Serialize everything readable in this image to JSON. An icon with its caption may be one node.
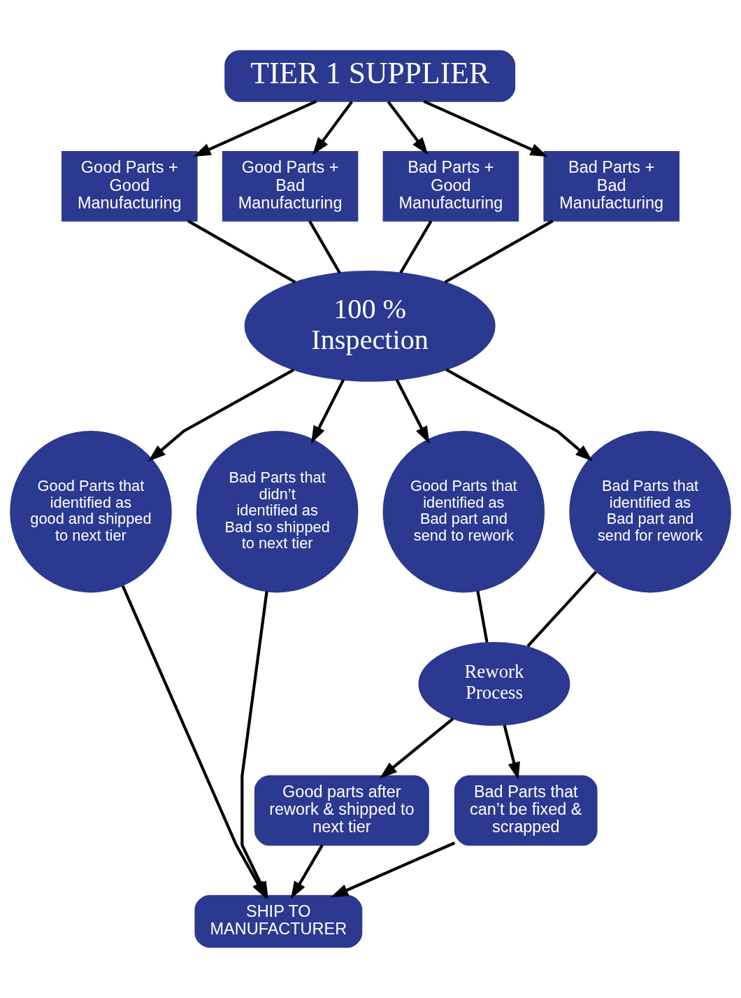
{
  "diagram": {
    "nodes": [
      {
        "text": [
          "TIER 1 SUPPLIER"
        ]
      },
      {
        "text": [
          "Good Parts + Good Manufacturing"
        ]
      },
      {
        "text": [
          "Good Parts + Bad Manufacturing"
        ]
      },
      {
        "text": [
          "Bad Parts + Good Manufacturing"
        ]
      },
      {
        "text": [
          "Bad Parts + Bad Manufacturing"
        ]
      },
      {
        "text": [
          "100 % Inspection"
        ]
      },
      {
        "text": [
          "Good Parts that identified as good and shipped to next tier"
        ]
      },
      {
        "text": [
          "Bad Parts that didn’t identified as Bad so shipped to next tier"
        ]
      },
      {
        "text": [
          "Good Parts that identified as Bad part and send to rework"
        ]
      },
      {
        "text": [
          "Bad Parts that identified as Bad part and send for rework"
        ]
      },
      {
        "text": [
          "Rework Process"
        ]
      },
      {
        "text": [
          "Good parts after rework & shipped to next tier"
        ]
      },
      {
        "text": [
          "Bad Parts that can’t be fixed & scrapped"
        ]
      },
      {
        "text": [
          "SHIP TO MANUFACTURER"
        ]
      }
    ],
    "edges": [
      {
        "from": 0,
        "to": 1,
        "arrow": "to"
      },
      {
        "from": 0,
        "to": 2,
        "arrow": "to"
      },
      {
        "from": 0,
        "to": 3,
        "arrow": "to"
      },
      {
        "from": 0,
        "to": 4,
        "arrow": "to"
      },
      {
        "from": 1,
        "to": 5,
        "arrow": "none"
      },
      {
        "from": 2,
        "to": 5,
        "arrow": "none"
      },
      {
        "from": 3,
        "to": 5,
        "arrow": "none"
      },
      {
        "from": 4,
        "to": 5,
        "arrow": "none"
      },
      {
        "from": 5,
        "to": 6,
        "arrow": "to"
      },
      {
        "from": 5,
        "to": 7,
        "arrow": "to"
      },
      {
        "from": 5,
        "to": 8,
        "arrow": "to"
      },
      {
        "from": 5,
        "to": 9,
        "arrow": "to"
      },
      {
        "from": 6,
        "to": 13,
        "arrow": "to"
      },
      {
        "from": 7,
        "to": 13,
        "arrow": "to"
      },
      {
        "from": 8,
        "to": 10,
        "arrow": "none"
      },
      {
        "from": 9,
        "to": 10,
        "arrow": "none"
      },
      {
        "from": 10,
        "to": 11,
        "arrow": "to"
      },
      {
        "from": 10,
        "to": 12,
        "arrow": "to"
      },
      {
        "from": 11,
        "to": 13,
        "arrow": "to"
      },
      {
        "from": 12,
        "to": 13,
        "arrow": "to"
      }
    ]
  }
}
